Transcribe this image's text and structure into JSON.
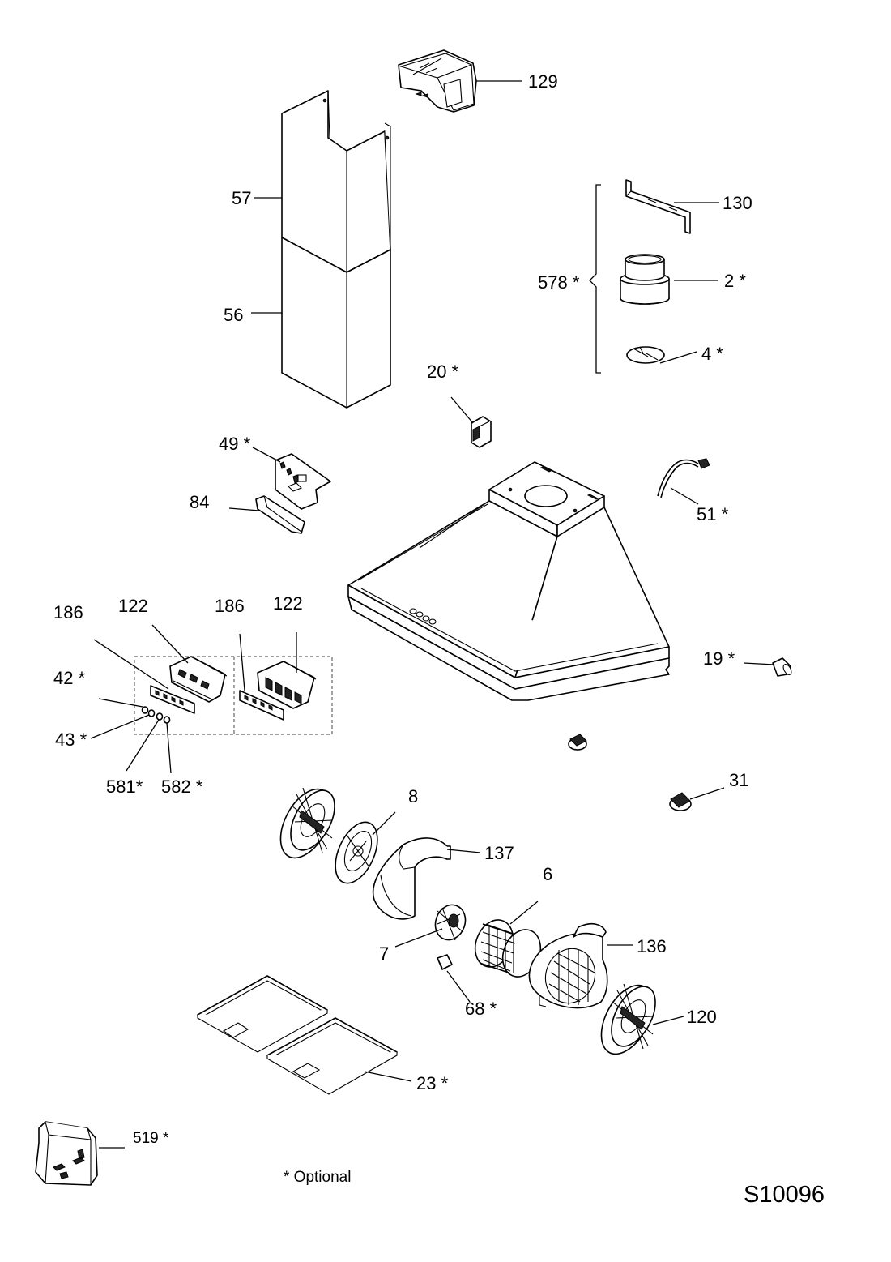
{
  "diagram": {
    "drawing_code": "S10096",
    "legend": "* Optional",
    "parts": [
      {
        "id": "p129",
        "label": "129"
      },
      {
        "id": "p57",
        "label": "57"
      },
      {
        "id": "p56",
        "label": "56"
      },
      {
        "id": "p130",
        "label": "130"
      },
      {
        "id": "p578",
        "label": "578 *"
      },
      {
        "id": "p2",
        "label": "2 *"
      },
      {
        "id": "p4",
        "label": "4 *"
      },
      {
        "id": "p20",
        "label": "20 *"
      },
      {
        "id": "p49",
        "label": "49 *"
      },
      {
        "id": "p84",
        "label": "84"
      },
      {
        "id": "p51",
        "label": "51 *"
      },
      {
        "id": "p186a",
        "label": "186"
      },
      {
        "id": "p122a",
        "label": "122"
      },
      {
        "id": "p186b",
        "label": "186"
      },
      {
        "id": "p122b",
        "label": "122"
      },
      {
        "id": "p42",
        "label": "42 *"
      },
      {
        "id": "p43",
        "label": "43 *"
      },
      {
        "id": "p581",
        "label": "581*"
      },
      {
        "id": "p582",
        "label": "582 *"
      },
      {
        "id": "p19",
        "label": "19 *"
      },
      {
        "id": "p31",
        "label": "31"
      },
      {
        "id": "p8",
        "label": "8"
      },
      {
        "id": "p137",
        "label": "137"
      },
      {
        "id": "p6",
        "label": "6"
      },
      {
        "id": "p7",
        "label": "7"
      },
      {
        "id": "p136",
        "label": "136"
      },
      {
        "id": "p68",
        "label": "68 *"
      },
      {
        "id": "p120",
        "label": "120"
      },
      {
        "id": "p23",
        "label": "23 *"
      },
      {
        "id": "p519",
        "label": "519 *"
      }
    ]
  },
  "colors": {
    "line": "#000000",
    "background": "#ffffff"
  }
}
